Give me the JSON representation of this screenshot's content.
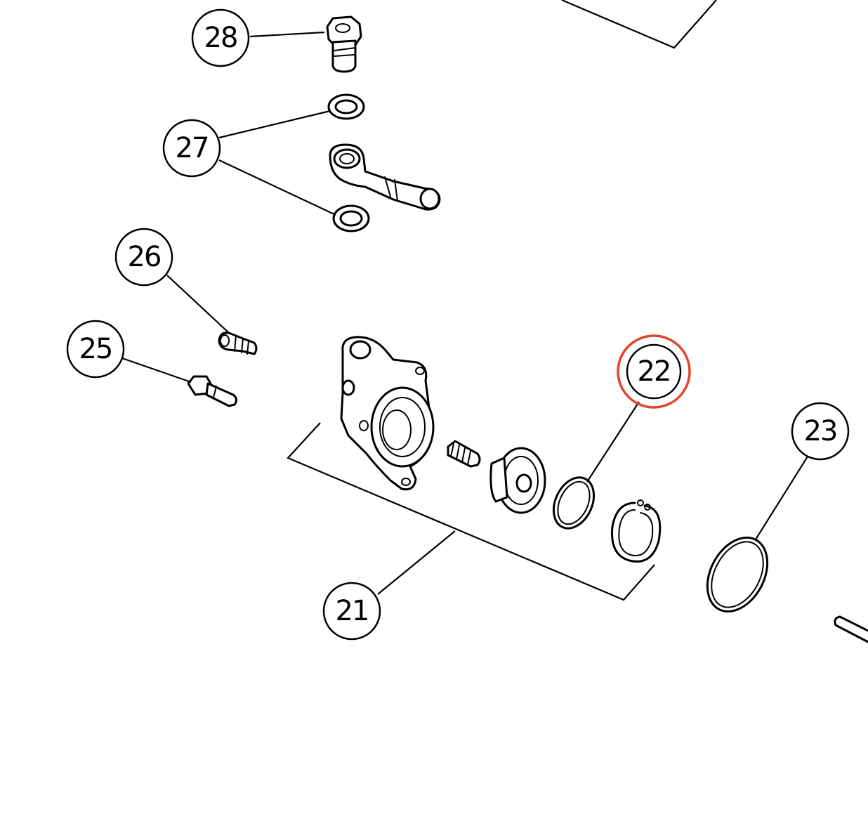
{
  "callouts": {
    "c21": "21",
    "c22": "22",
    "c23": "23",
    "c25": "25",
    "c26": "26",
    "c27": "27",
    "c28": "28"
  },
  "highlight": {
    "callout": "22",
    "color": "#e0452b"
  },
  "icons": [
    "banjo-bolt-icon",
    "sealing-washer-icon",
    "banjo-fitting-icon",
    "bleeder-valve-icon",
    "stud-bolt-icon",
    "slave-cylinder-housing-icon",
    "spring-icon",
    "piston-icon",
    "o-ring-icon",
    "circlip-icon",
    "large-o-ring-icon",
    "push-rod-icon"
  ]
}
